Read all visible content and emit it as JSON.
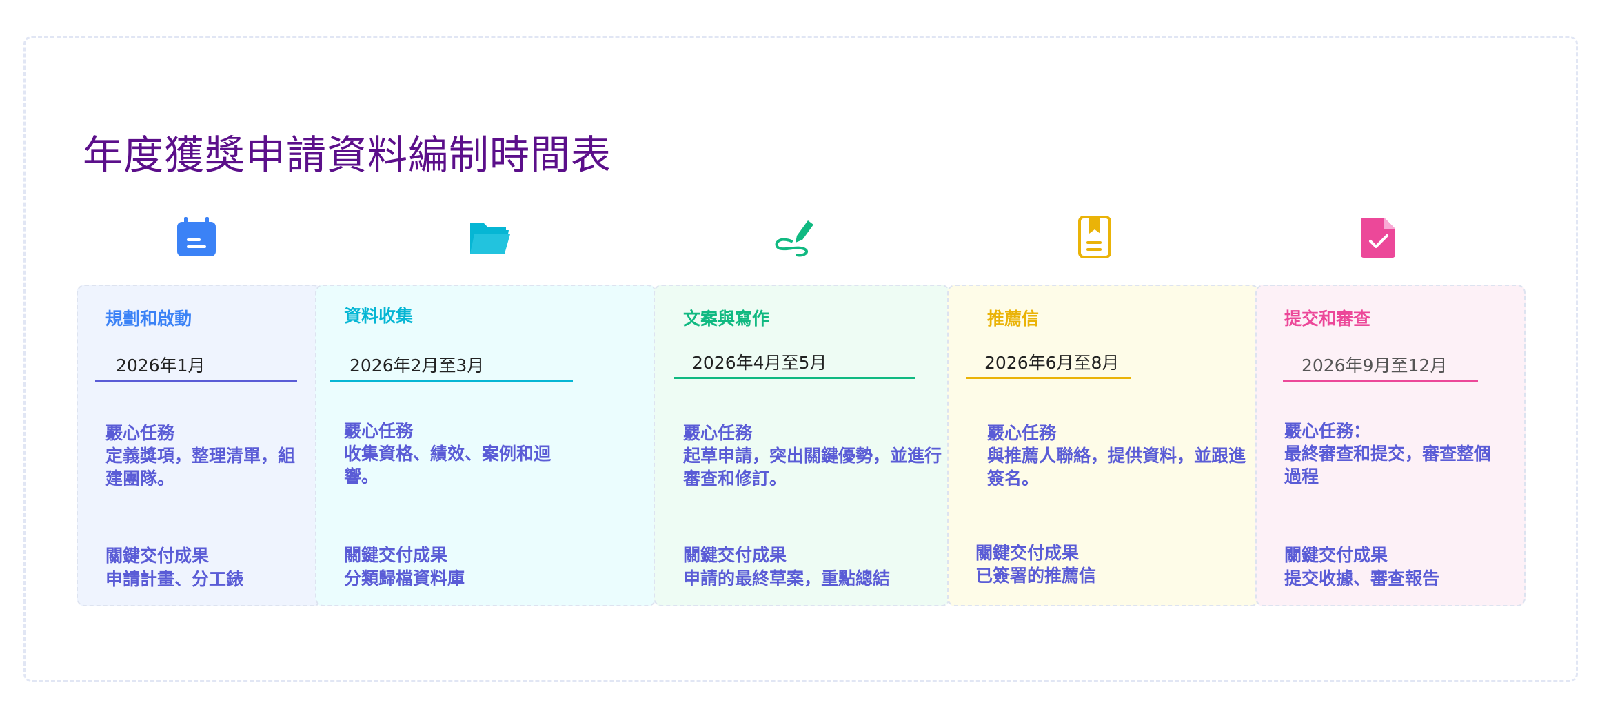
{
  "title": "年度獲獎申請資料編制時間表",
  "colors": {
    "title": "#5b0f8a",
    "body_text": "#5a5cd6",
    "stage1": "#3b82f6",
    "stage2": "#06b6d4",
    "stage3": "#10b981",
    "stage4": "#eab308",
    "stage5": "#ec4899"
  },
  "stages": [
    {
      "icon": "calendar-icon",
      "label": "規劃和啟動",
      "date": "2026年1月",
      "task_heading": "覈心任務",
      "task": "定義獎項，整理清單，組建團隊。",
      "deliverable_heading": "關鍵交付成果",
      "deliverable": "申請計畫、分工錶"
    },
    {
      "icon": "folder-icon",
      "label": "資料收集",
      "date": "2026年2月至3月",
      "task_heading": "覈心任務",
      "task": "收集資格、績效、案例和迴響。",
      "deliverable_heading": "關鍵交付成果",
      "deliverable": "分類歸檔資料庫"
    },
    {
      "icon": "signature-pen-icon",
      "label": "文案與寫作",
      "date": "2026年4月至5月",
      "task_heading": "覈心任務",
      "task": "起草申請，突出關鍵優勢，並進行審查和修訂。",
      "deliverable_heading": "關鍵交付成果",
      "deliverable": "申請的最終草案，重點總結"
    },
    {
      "icon": "bookmark-document-icon",
      "label": "推薦信",
      "date": "2026年6月至8月",
      "task_heading": "覈心任務",
      "task": "與推薦人聯絡，提供資料，並跟進簽名。",
      "deliverable_heading": "關鍵交付成果",
      "deliverable": "已簽署的推薦信"
    },
    {
      "icon": "document-check-icon",
      "label": "提交和審查",
      "date": "2026年9月至12月",
      "task_heading": "覈心任務：",
      "task": "最終審查和提交，審查整個過程",
      "deliverable_heading": "關鍵交付成果",
      "deliverable": "提交收據、審查報告"
    }
  ]
}
